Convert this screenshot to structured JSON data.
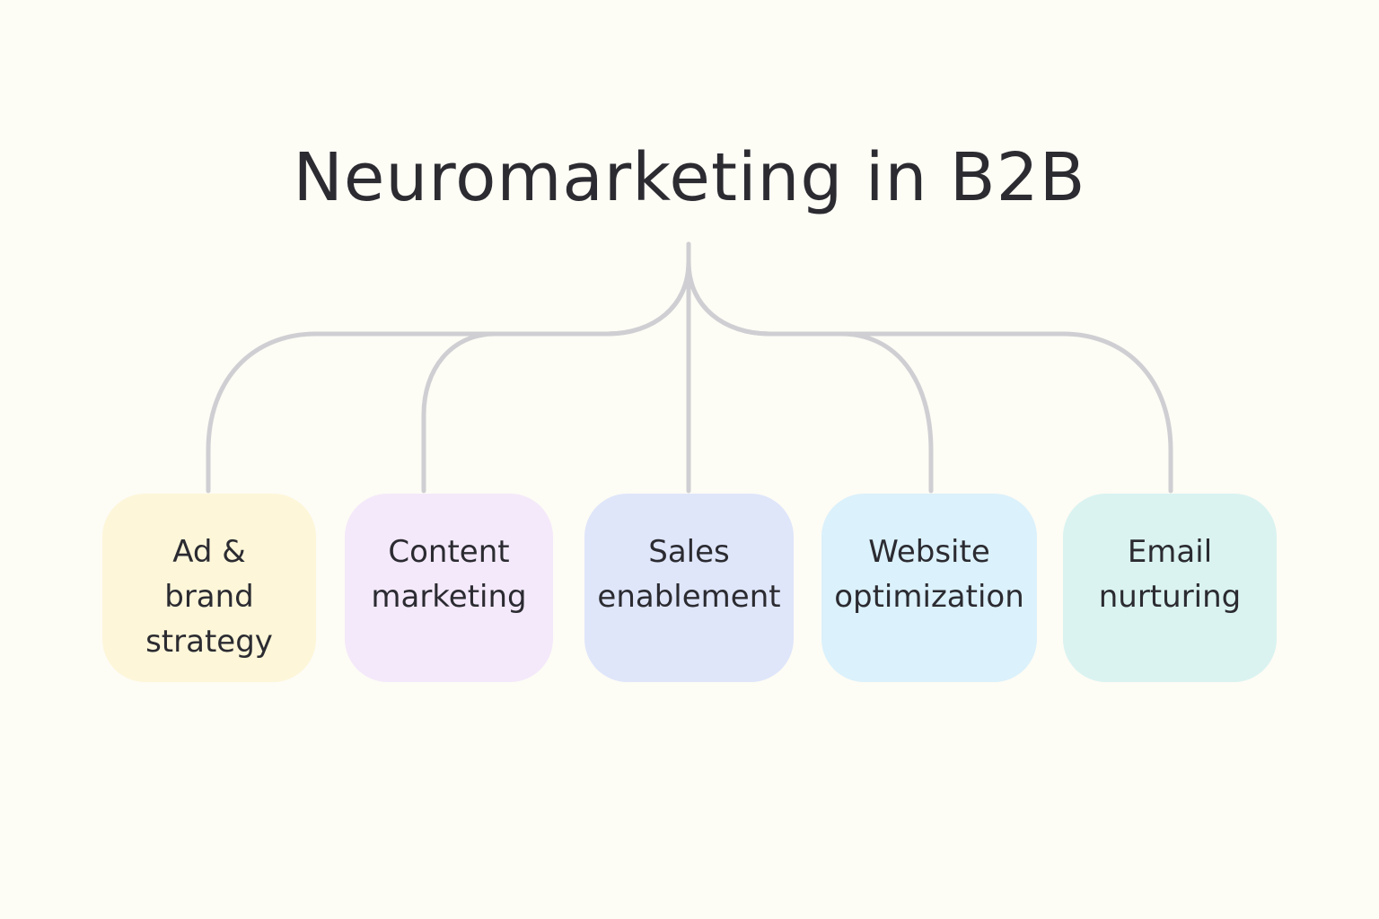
{
  "diagram": {
    "title": "Neuromarketing in B2B",
    "connector_color": "#cfcfd3",
    "nodes": [
      {
        "id": "ad-brand-strategy",
        "lines": [
          "Ad &",
          "brand",
          "strategy"
        ],
        "color": "#fdf6d9"
      },
      {
        "id": "content-marketing",
        "lines": [
          "Content",
          "marketing"
        ],
        "color": "#f4e9fa"
      },
      {
        "id": "sales-enablement",
        "lines": [
          "Sales",
          "enablement"
        ],
        "color": "#dfe6fa"
      },
      {
        "id": "website-optimization",
        "lines": [
          "Website",
          "optimization"
        ],
        "color": "#dbf1fb"
      },
      {
        "id": "email-nurturing",
        "lines": [
          "Email",
          "nurturing"
        ],
        "color": "#daf3f1"
      }
    ]
  }
}
